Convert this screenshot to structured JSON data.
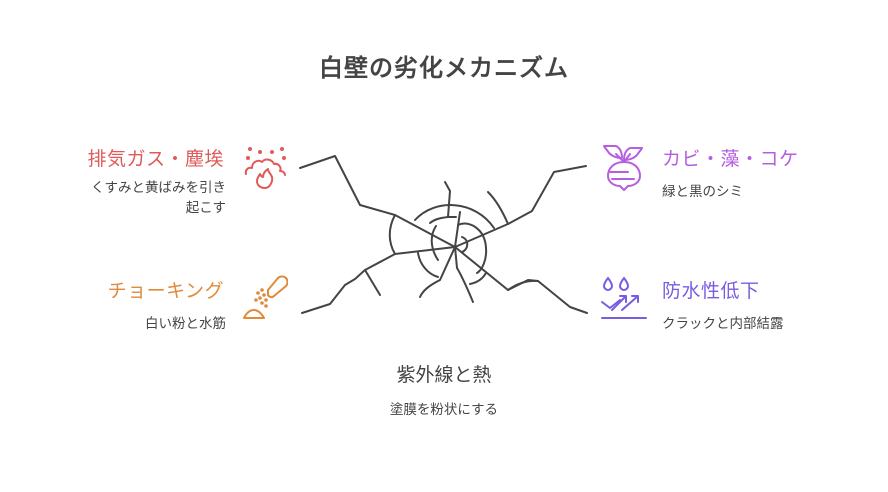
{
  "title": "白壁の劣化メカニズム",
  "colors": {
    "exhaust": "#e05a5a",
    "chalking": "#e08a3a",
    "mold": "#b65ee0",
    "waterproof": "#7a5ce0",
    "crack": "#444444",
    "text": "#444444"
  },
  "items": {
    "exhaust": {
      "title": "排気ガス・塵埃",
      "desc_line1": "くすみと黄ばみを引き",
      "desc_line2": "起こす",
      "icon": "smoke-fire-icon"
    },
    "mold": {
      "title": "カビ・藻・コケ",
      "desc": "緑と黒のシミ",
      "icon": "turnip-sprout-icon"
    },
    "chalking": {
      "title": "チョーキング",
      "desc": "白い粉と水筋",
      "icon": "salt-shaker-powder-icon"
    },
    "waterproof": {
      "title": "防水性低下",
      "desc": "クラックと内部結露",
      "icon": "water-drops-trend-icon"
    },
    "uv": {
      "title": "紫外線と熱",
      "desc": "塗膜を粉状にする"
    }
  }
}
